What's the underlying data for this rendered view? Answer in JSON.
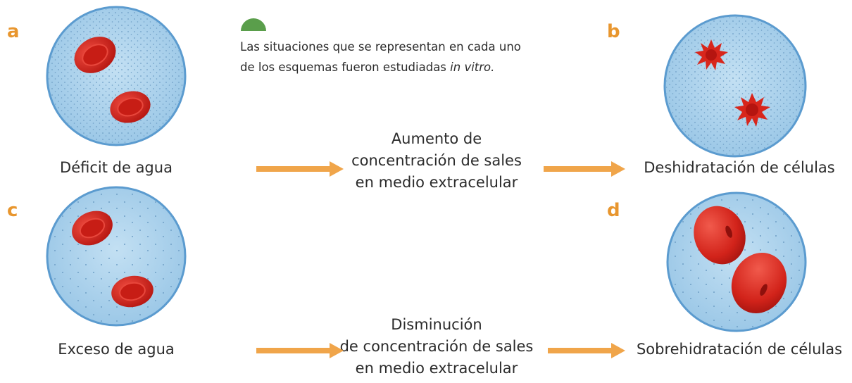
{
  "panels": {
    "a": {
      "letter": "a",
      "caption": "Déficit de agua"
    },
    "b": {
      "letter": "b",
      "caption": "Deshidratación de células"
    },
    "c": {
      "letter": "c",
      "caption": "Exceso de agua"
    },
    "d": {
      "letter": "d",
      "caption": "Sobrehidratación de células"
    }
  },
  "note": {
    "line1": "Las situaciones que se representan en cada uno",
    "line2_prefix": "de los esquemas fueron estudiadas ",
    "line2_italic": "in vitro."
  },
  "middle_top": {
    "line1": "Aumento de",
    "line2": "concentración de sales",
    "line3": "en medio extracelular"
  },
  "middle_bottom": {
    "line1": "Disminución",
    "line2": "de concentración de sales",
    "line3": "en medio extracelular"
  },
  "colors": {
    "accent_letter": "#e8962e",
    "arrow": "#f0a54a",
    "dish_fill": "#a9d1ec",
    "dish_border": "#5b9bcf",
    "cell": "#d8261c",
    "marker": "#5a9e4b"
  }
}
